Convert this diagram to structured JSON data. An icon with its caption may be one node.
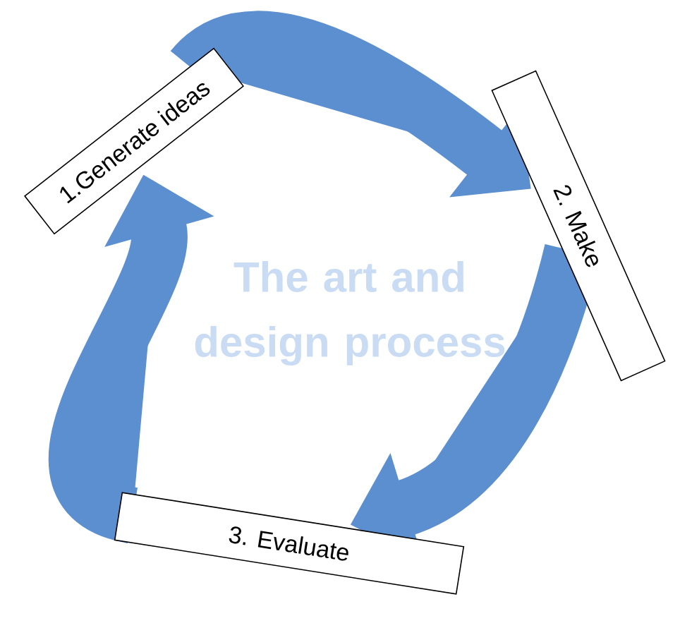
{
  "diagram": {
    "title": "The art and design process",
    "nodes": [
      {
        "text": [
          "1.Generate ideas"
        ]
      },
      {
        "text": [
          "2. Make"
        ]
      },
      {
        "text": [
          "3. Evaluate"
        ]
      }
    ],
    "edges": [
      {
        "from": 0,
        "to": 1,
        "arrow": "to"
      },
      {
        "from": 1,
        "to": 2,
        "arrow": "to"
      },
      {
        "from": 2,
        "to": 0,
        "arrow": "to"
      }
    ]
  }
}
